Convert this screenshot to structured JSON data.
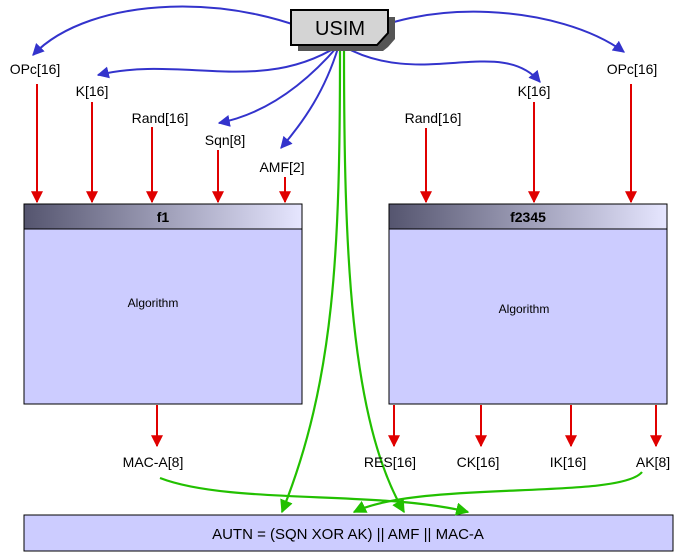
{
  "usim": {
    "label": "USIM"
  },
  "left_inputs": {
    "opc": "OPc[16]",
    "k": "K[16]",
    "rand": "Rand[16]",
    "sqn": "Sqn[8]",
    "amf": "AMF[2]"
  },
  "right_inputs": {
    "rand": "Rand[16]",
    "k": "K[16]",
    "opc": "OPc[16]"
  },
  "f1": {
    "title": "f1",
    "body": "Algorithm",
    "output": "MAC-A[8]"
  },
  "f2345": {
    "title": "f2345",
    "body": "Algorithm",
    "outputs": {
      "res": "RES[16]",
      "ck": "CK[16]",
      "ik": "IK[16]",
      "ak": "AK[8]"
    }
  },
  "autn": {
    "formula": "AUTN = (SQN XOR AK) || AMF || MAC-A"
  },
  "colors": {
    "blue_arrows": "#3333cc",
    "red_arrows": "#e00000",
    "green_arrows": "#22c000",
    "block_fill": "#ccccff",
    "block_header_dark": "#55556f",
    "usim_fill": "#d4d4d4"
  }
}
